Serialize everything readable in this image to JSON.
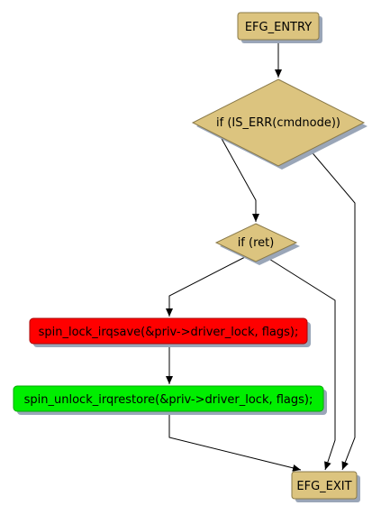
{
  "colors": {
    "terminal_fill": "#dcc47f",
    "decision_fill": "#dcc47f",
    "lock_fill": "#ff0000",
    "unlock_fill": "#00ee00",
    "shadow": "#9aa6b8",
    "edge": "#000000"
  },
  "nodes": {
    "entry": "EFG_ENTRY",
    "cond_is_err": "if (IS_ERR(cmdnode))",
    "cond_ret": "if (ret)",
    "lock": "spin_lock_irqsave(&priv->driver_lock, flags);",
    "unlock": "spin_unlock_irqrestore(&priv->driver_lock, flags);",
    "exit": "EFG_EXIT"
  }
}
